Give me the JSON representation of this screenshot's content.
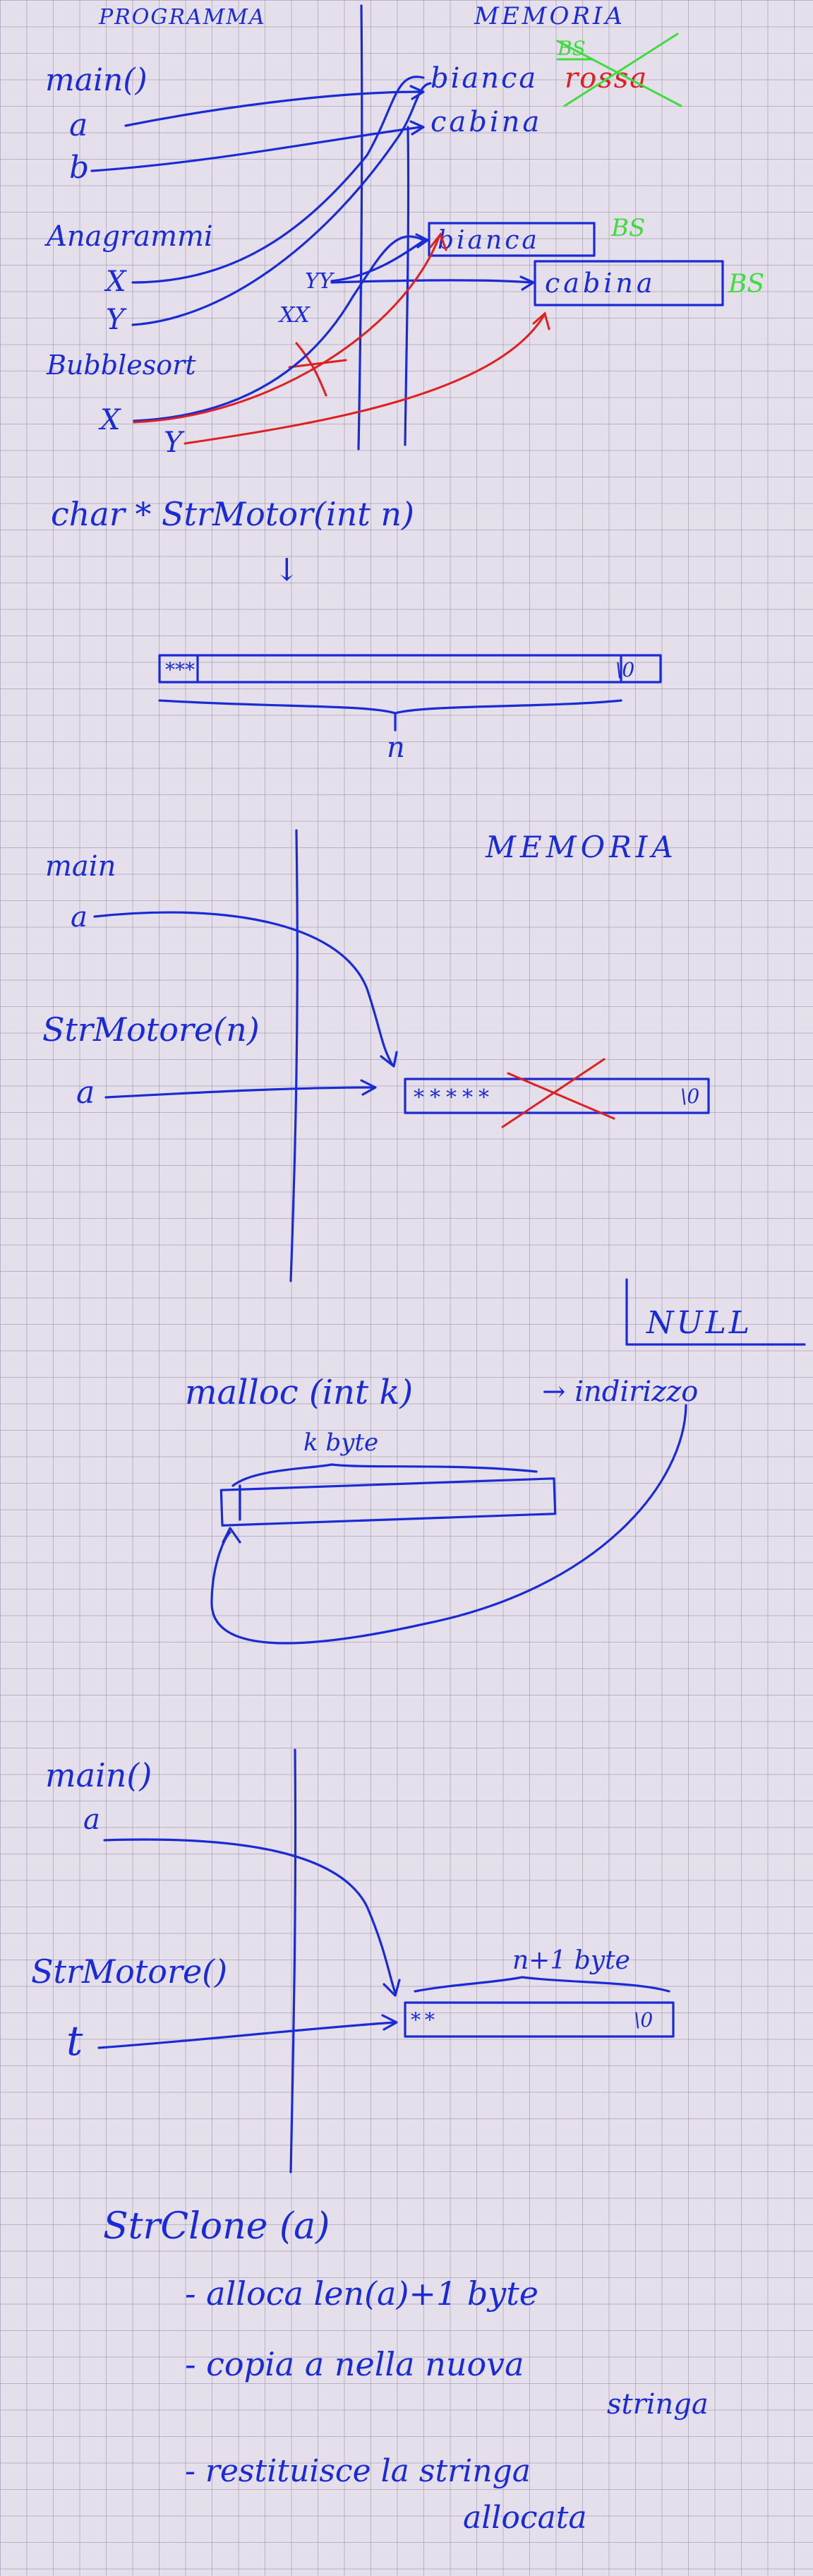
{
  "notes": {
    "sec1": {
      "header_left": "PROGRAMMA",
      "header_right": "MEMORIA",
      "main": "main()",
      "var_a": "a",
      "var_b": "b",
      "anagrammi": "Anagrammi",
      "anag_x": "X",
      "anag_y": "Y",
      "bubblesort": "Bubblesort",
      "bub_x": "X",
      "bub_y": "Y",
      "mem_bianca": "bianca",
      "mem_bianca_struck": "bianca",
      "mem_bs_top": "BS",
      "mem_rosso": "rossa",
      "mem_cabina": "cabina",
      "box_bianca": "bianca",
      "box_bs1": "BS",
      "box_cabina": "cabina",
      "box_bs2": "BS",
      "label_yy": "YY",
      "label_xx": "XX",
      "signature": "char * StrMotor(int n)",
      "down_arrow": "↓",
      "array_left": "***",
      "array_right": "\\0",
      "brace_label": "n"
    },
    "sec2": {
      "main": "main",
      "var_a": "a",
      "memoria": "MEMORIA",
      "strmotore": "StrMotore(n)",
      "var_a2": "a",
      "array_cells": "*****",
      "array_end": "\\0"
    },
    "sec3": {
      "null_box": "NULL",
      "malloc": "malloc (int k)",
      "arrow_out": "→ indirizzo",
      "kbyte": "k byte"
    },
    "sec4": {
      "main": "main()",
      "var_a": "a",
      "strmotore": "StrMotore()",
      "var_t": "t",
      "nbyte": "n+1 byte",
      "array_left": "**",
      "array_right": "\\0"
    },
    "sec5": {
      "title": "StrClone (a)",
      "step1": "- alloca len(a)+1 byte",
      "step2": "- copia a nella nuova",
      "step2b": "stringa",
      "step3": "- restituisce la stringa",
      "step3b": "allocata"
    }
  },
  "colors": {
    "ink": "#1a2bd6",
    "red": "#e02020",
    "green": "#3fdc3f",
    "paper": "#e4dfea"
  }
}
